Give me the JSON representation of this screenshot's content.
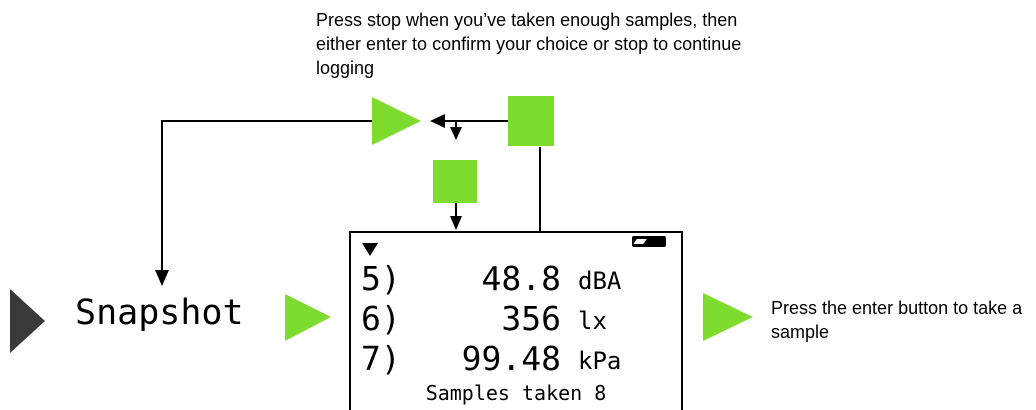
{
  "top_note": "Press stop when you’ve taken enough samples, then either enter to confirm your choice or stop to continue logging",
  "right_note": "Press the enter button to take a sample",
  "mode_label": "Snapshot",
  "display": {
    "rows": [
      {
        "index": "5)",
        "value": "48.8",
        "unit": "dBA"
      },
      {
        "index": "6)",
        "value": "356",
        "unit": "lx"
      },
      {
        "index": "7)",
        "value": "99.48",
        "unit": "kPa"
      }
    ],
    "footer": "Samples taken 8"
  },
  "colors": {
    "enter_button": "#7ddc2e",
    "stop_button": "#7ddc2e",
    "mode_marker": "#3a3a3a",
    "line": "#000000"
  },
  "icons": {
    "enter": "green-play-triangle-icon",
    "stop": "green-square-icon",
    "mode": "dark-play-triangle-icon",
    "battery": "battery-icon",
    "scroll_marker": "down-triangle-icon"
  }
}
